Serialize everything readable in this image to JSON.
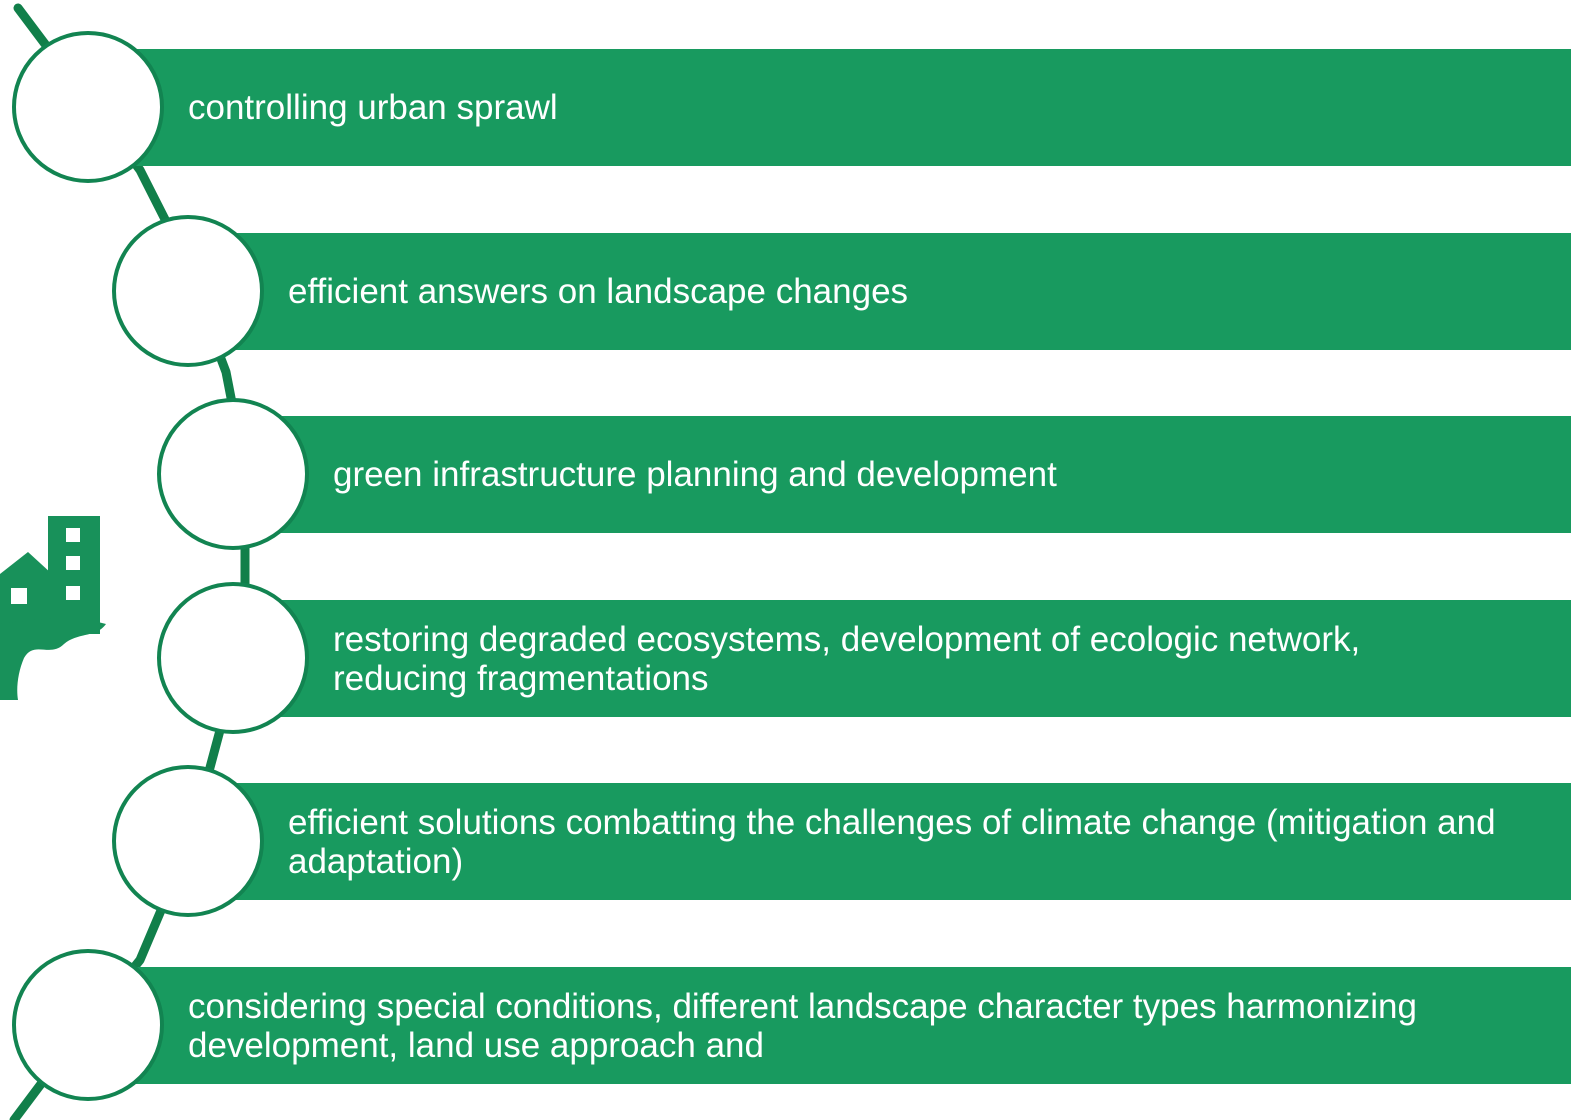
{
  "colors": {
    "accent": "#189a5f",
    "ring": "#128451",
    "connector": "#117f4a",
    "background": "#ffffff"
  },
  "icon": "city-buildings-icon",
  "items": [
    {
      "label": "controlling urban sprawl"
    },
    {
      "label": "efficient answers on landscape changes"
    },
    {
      "label": "green infrastructure planning and development"
    },
    {
      "label": "restoring degraded ecosystems, development of ecologic network,\nreducing fragmentations"
    },
    {
      "label": "efficient solutions combatting the challenges of climate change (mitigation and\nadaptation)"
    },
    {
      "label": "considering special conditions, different landscape character types harmonizing\ndevelopment, land use approach and"
    }
  ]
}
